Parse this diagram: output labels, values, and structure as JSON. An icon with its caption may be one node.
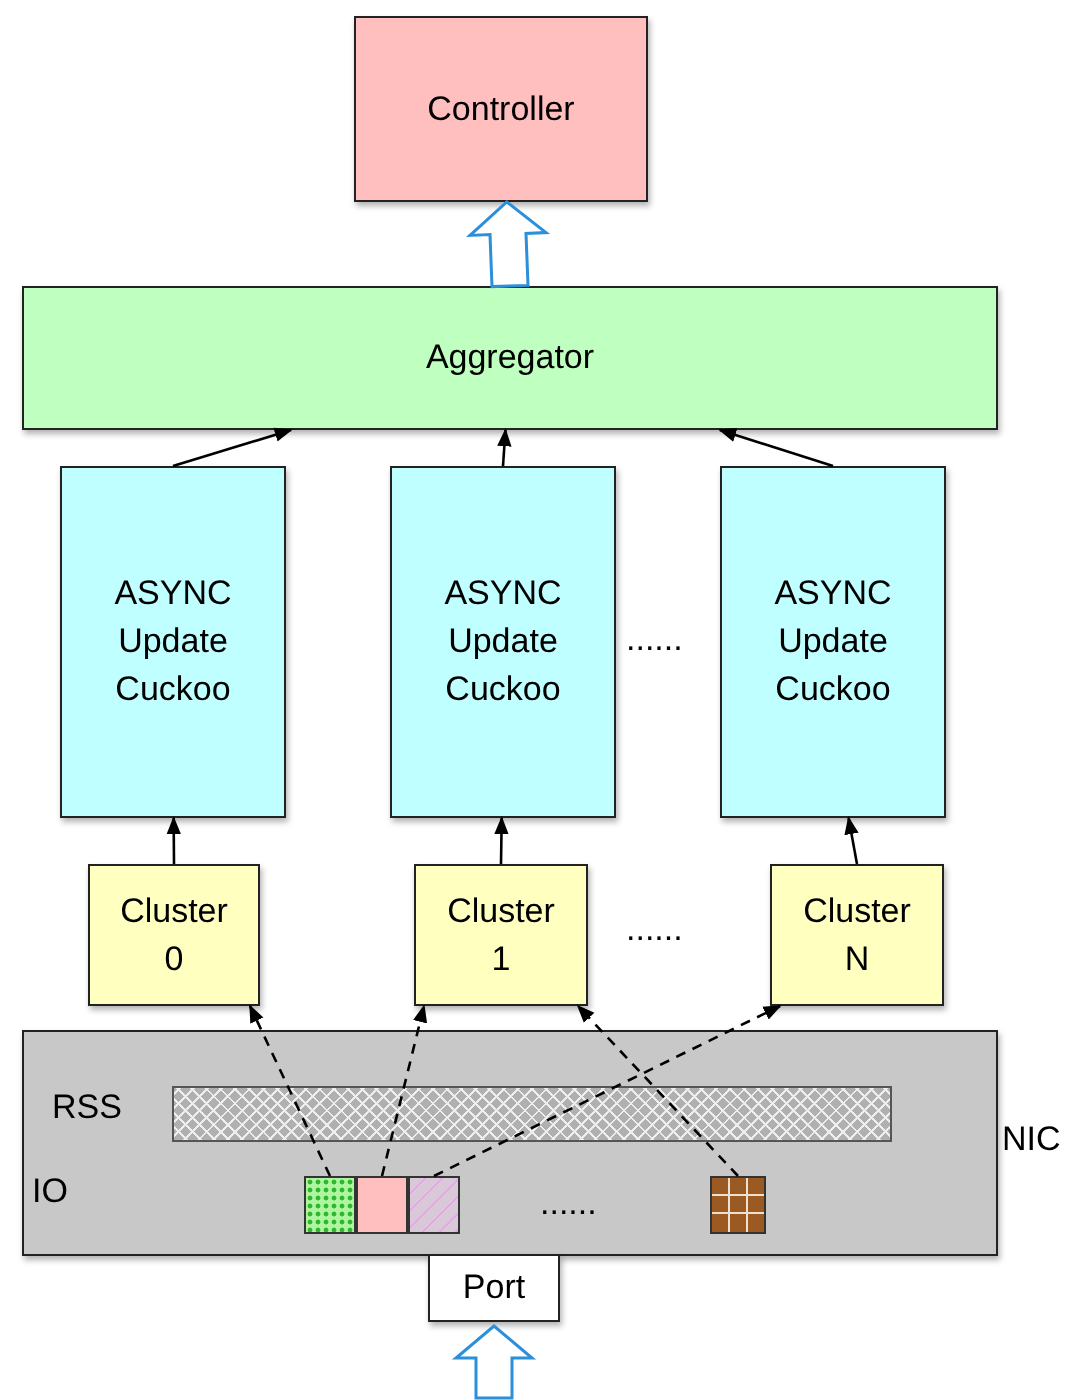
{
  "diagram": {
    "nodes": [
      {
        "text": [
          "Controller"
        ]
      },
      {
        "text": [
          "Aggregator"
        ]
      },
      {
        "text": [
          "ASYNC Update Cuckoo"
        ]
      },
      {
        "text": [
          "ASYNC Update Cuckoo"
        ]
      },
      {
        "text": [
          "ASYNC Update Cuckoo"
        ]
      },
      {
        "text": [
          "Cluster 0"
        ]
      },
      {
        "text": [
          "Cluster 1"
        ]
      },
      {
        "text": [
          "Cluster N"
        ]
      },
      {
        "text": [
          "NIC"
        ]
      },
      {
        "text": [
          "RSS"
        ],
        "in": 8
      },
      {
        "text": [],
        "shape": "box",
        "in": 8
      },
      {
        "text": [],
        "shape": "box",
        "in": 8
      },
      {
        "text": [],
        "shape": "box",
        "in": 8
      },
      {
        "text": [],
        "shape": "box",
        "in": 8
      },
      {
        "text": [
          "Port"
        ]
      }
    ],
    "edges": [
      {
        "from": 1,
        "to": 0,
        "arrow": "to",
        "style": "thick",
        "color": "#2b8fd9"
      },
      {
        "from": 2,
        "to": 1,
        "arrow": "to"
      },
      {
        "from": 3,
        "to": 1,
        "arrow": "to"
      },
      {
        "from": 4,
        "to": 1,
        "arrow": "to"
      },
      {
        "from": 5,
        "to": 2,
        "arrow": "to"
      },
      {
        "from": 6,
        "to": 3,
        "arrow": "to"
      },
      {
        "from": 7,
        "to": 4,
        "arrow": "to"
      },
      {
        "from": 10,
        "to": 5,
        "arrow": "to",
        "style": "dashed"
      },
      {
        "from": 11,
        "to": 6,
        "arrow": "to",
        "style": "dashed"
      },
      {
        "from": 12,
        "to": 7,
        "arrow": "to",
        "style": "dashed"
      },
      {
        "from": 13,
        "to": 6,
        "arrow": "to",
        "style": "dashed"
      },
      {
        "from": null,
        "to": 14,
        "arrow": "to",
        "style": "thick",
        "color": "#2b8fd9"
      }
    ],
    "labels": [
      "......",
      "......",
      "IO",
      "......"
    ]
  }
}
